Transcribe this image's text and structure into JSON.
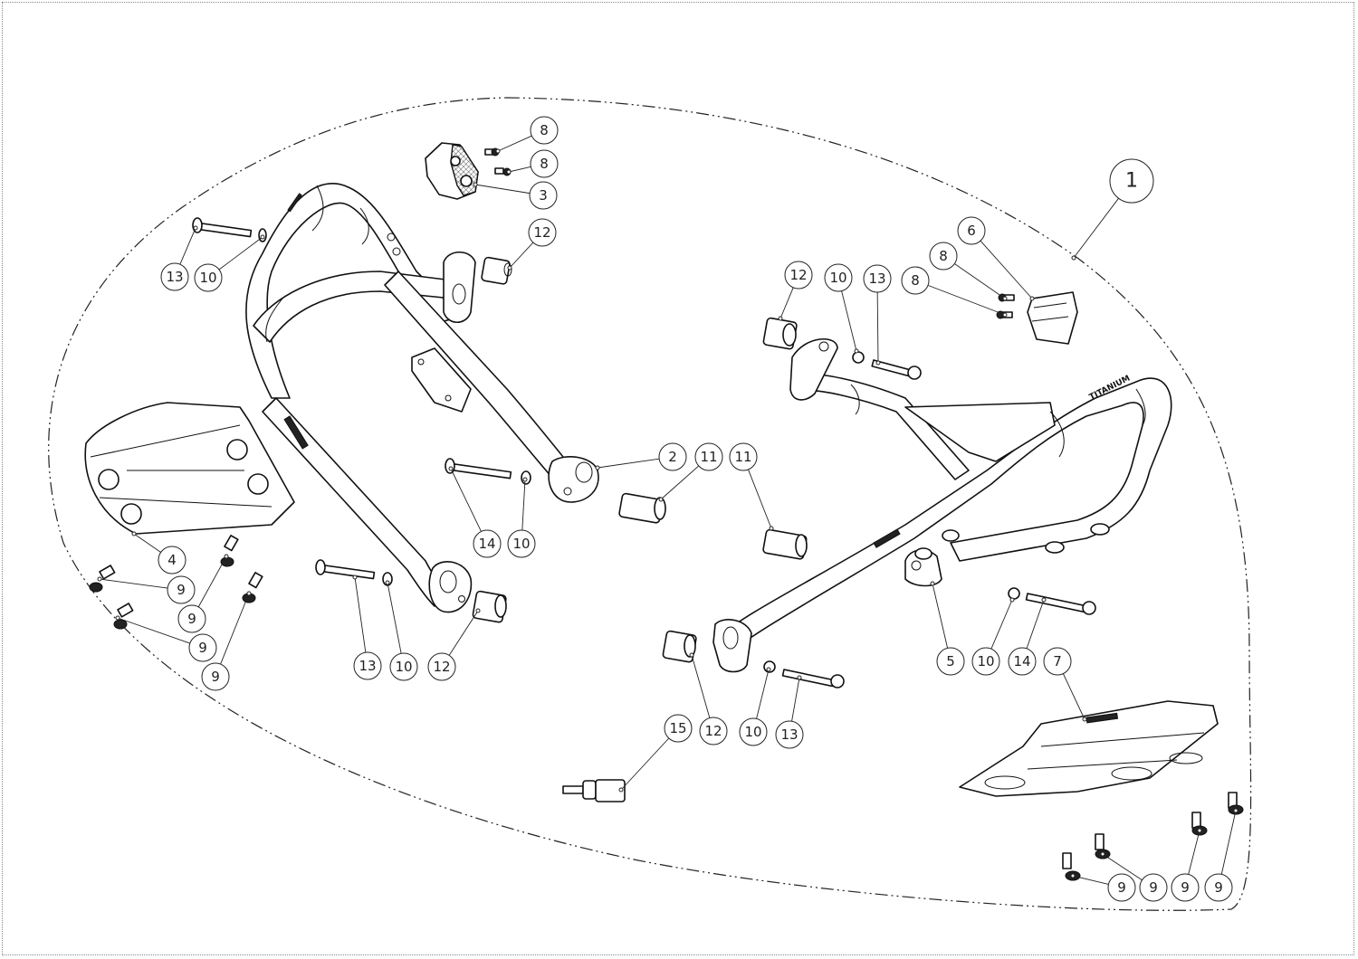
{
  "diagram": {
    "type": "exploded-parts-diagram",
    "subject": "crash bar / engine guard kit",
    "markings": {
      "titanium_label": "TITANIUM"
    },
    "callouts": [
      {
        "id": "c1",
        "label": "1",
        "part": "kit assembly (boundary)"
      },
      {
        "id": "c2",
        "label": "2",
        "part": "left crash bar"
      },
      {
        "id": "c3",
        "label": "3",
        "part": "left protector cap"
      },
      {
        "id": "c4",
        "label": "4",
        "part": "left skid plate"
      },
      {
        "id": "c5",
        "label": "5",
        "part": "right crash bar"
      },
      {
        "id": "c6",
        "label": "6",
        "part": "right protector cap"
      },
      {
        "id": "c7",
        "label": "7",
        "part": "right skid plate"
      },
      {
        "id": "c8a",
        "label": "8",
        "part": "screw"
      },
      {
        "id": "c8b",
        "label": "8",
        "part": "screw"
      },
      {
        "id": "c8c",
        "label": "8",
        "part": "screw"
      },
      {
        "id": "c8d",
        "label": "8",
        "part": "screw"
      },
      {
        "id": "c9a",
        "label": "9",
        "part": "screw"
      },
      {
        "id": "c9b",
        "label": "9",
        "part": "screw"
      },
      {
        "id": "c9c",
        "label": "9",
        "part": "screw"
      },
      {
        "id": "c9d",
        "label": "9",
        "part": "screw"
      },
      {
        "id": "c9e",
        "label": "9",
        "part": "screw"
      },
      {
        "id": "c9f",
        "label": "9",
        "part": "screw"
      },
      {
        "id": "c9g",
        "label": "9",
        "part": "screw"
      },
      {
        "id": "c9h",
        "label": "9",
        "part": "screw"
      },
      {
        "id": "c10a",
        "label": "10",
        "part": "washer"
      },
      {
        "id": "c10b",
        "label": "10",
        "part": "washer"
      },
      {
        "id": "c10c",
        "label": "10",
        "part": "washer"
      },
      {
        "id": "c10d",
        "label": "10",
        "part": "washer"
      },
      {
        "id": "c10e",
        "label": "10",
        "part": "washer"
      },
      {
        "id": "c10f",
        "label": "10",
        "part": "washer"
      },
      {
        "id": "c11a",
        "label": "11",
        "part": "spacer"
      },
      {
        "id": "c11b",
        "label": "11",
        "part": "spacer"
      },
      {
        "id": "c12a",
        "label": "12",
        "part": "spacer"
      },
      {
        "id": "c12b",
        "label": "12",
        "part": "spacer"
      },
      {
        "id": "c12c",
        "label": "12",
        "part": "spacer"
      },
      {
        "id": "c12d",
        "label": "12",
        "part": "spacer"
      },
      {
        "id": "c13a",
        "label": "13",
        "part": "bolt"
      },
      {
        "id": "c13b",
        "label": "13",
        "part": "bolt"
      },
      {
        "id": "c13c",
        "label": "13",
        "part": "bolt"
      },
      {
        "id": "c13d",
        "label": "13",
        "part": "bolt"
      },
      {
        "id": "c14a",
        "label": "14",
        "part": "bolt"
      },
      {
        "id": "c14b",
        "label": "14",
        "part": "bolt"
      },
      {
        "id": "c15",
        "label": "15",
        "part": "tool / hex bit"
      }
    ]
  }
}
